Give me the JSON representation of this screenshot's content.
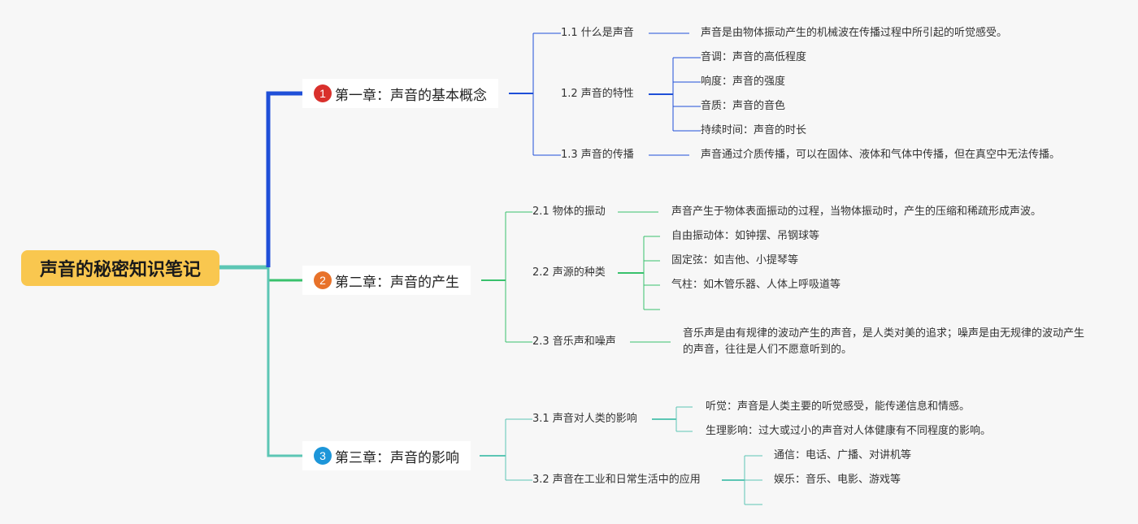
{
  "root": {
    "title": "声音的秘密知识笔记"
  },
  "colors": {
    "ch1": "#1f4fd8",
    "ch2": "#39c16c",
    "ch3": "#5cc6b4",
    "badge1": "#d9302c",
    "badge2": "#e8722a",
    "badge3": "#1d96d9",
    "root_fill": "#f9c74f"
  },
  "chapters": [
    {
      "badge": "1",
      "label": "第一章：声音的基本概念",
      "sections": [
        {
          "label": "1.1 什么是声音",
          "items": [
            "声音是由物体振动产生的机械波在传播过程中所引起的听觉感受。"
          ]
        },
        {
          "label": "1.2 声音的特性",
          "items": [
            "音调：声音的高低程度",
            "响度：声音的强度",
            "音质：声音的音色",
            "持续时间：声音的时长"
          ]
        },
        {
          "label": "1.3 声音的传播",
          "items": [
            "声音通过介质传播，可以在固体、液体和气体中传播，但在真空中无法传播。"
          ]
        }
      ]
    },
    {
      "badge": "2",
      "label": "第二章：声音的产生",
      "sections": [
        {
          "label": "2.1 物体的振动",
          "items": [
            "声音产生于物体表面振动的过程，当物体振动时，产生的压缩和稀疏形成声波。"
          ]
        },
        {
          "label": "2.2 声源的种类",
          "items": [
            "自由振动体：如钟摆、吊钢球等",
            "固定弦：如吉他、小提琴等",
            "气柱：如木管乐器、人体上呼吸道等",
            ""
          ]
        },
        {
          "label": "2.3 音乐声和噪声",
          "items": [
            "音乐声是由有规律的波动产生的声音，是人类对美的追求；噪声是由无规律的波动产生的声音，往往是人们不愿意听到的。"
          ]
        }
      ]
    },
    {
      "badge": "3",
      "label": "第三章：声音的影响",
      "sections": [
        {
          "label": "3.1 声音对人类的影响",
          "items": [
            "听觉：声音是人类主要的听觉感受，能传递信息和情感。",
            "生理影响：过大或过小的声音对人体健康有不同程度的影响。"
          ]
        },
        {
          "label": "3.2 声音在工业和日常生活中的应用",
          "items": [
            "通信：电话、广播、对讲机等",
            "娱乐：音乐、电影、游戏等",
            ""
          ]
        }
      ]
    }
  ]
}
